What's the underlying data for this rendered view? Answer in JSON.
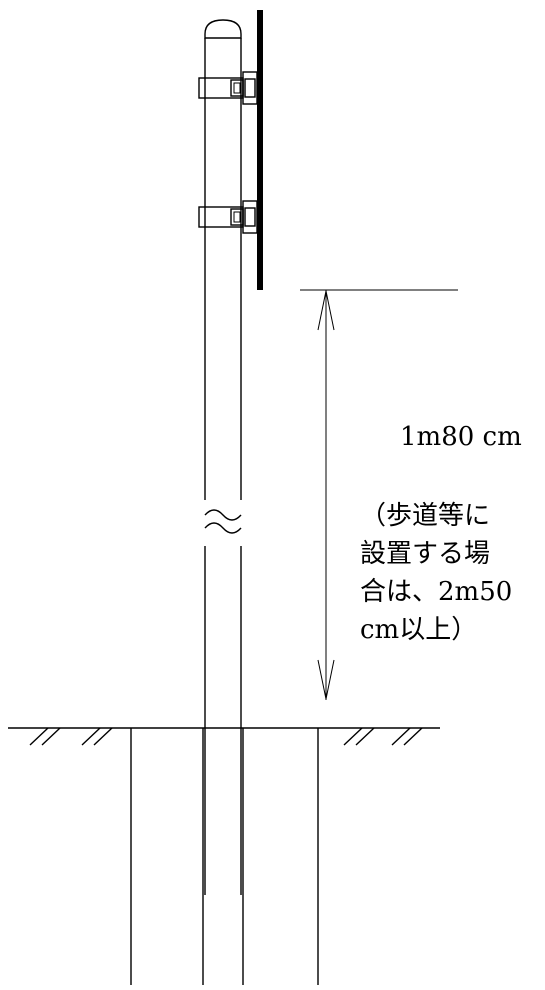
{
  "dimension": {
    "height_label": "1m80 cm",
    "note_lines": [
      "（歩道等に",
      "設置する場",
      "合は、2m50",
      "cm以上）"
    ]
  },
  "colors": {
    "line": "#000000",
    "background": "#ffffff"
  }
}
